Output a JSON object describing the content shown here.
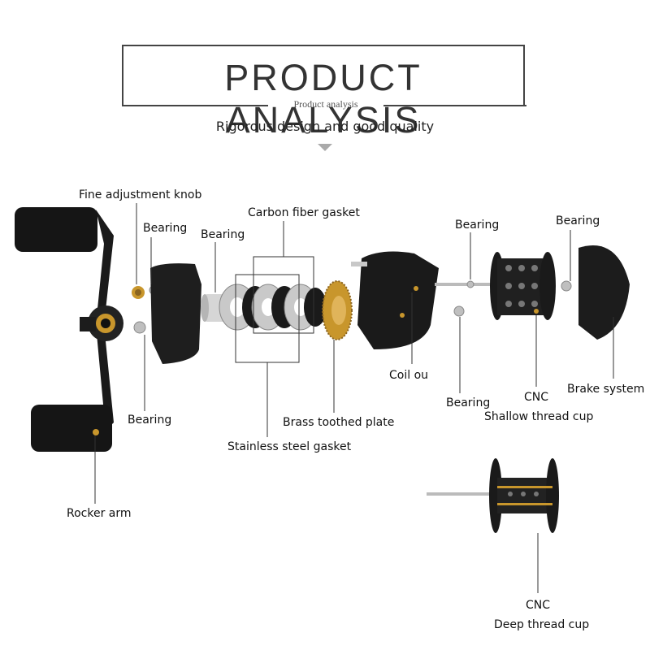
{
  "header": {
    "title": "PRODUCT ANALYSIS",
    "subtitle": "Product analysis",
    "tagline": "Rigorous design and good quality"
  },
  "labels": {
    "fine_adjustment_knob": "Fine adjustment knob",
    "bearing_1": "Bearing",
    "bearing_2": "Bearing",
    "carbon_fiber_gasket": "Carbon fiber gasket",
    "bearing_3": "Bearing",
    "bearing_4": "Bearing",
    "bearing_5": "Bearing",
    "bearing_6": "Bearing",
    "coil": "Coil ou",
    "cnc_1": "CNC",
    "shallow_thread_cup": "Shallow thread cup",
    "brake_system": "Brake system",
    "brass_toothed_plate": "Brass toothed plate",
    "stainless_steel_gasket": "Stainless steel gasket",
    "rocker_arm": "Rocker arm",
    "cnc_2": "CNC",
    "deep_thread_cup": "Deep thread cup"
  },
  "colors": {
    "accent_gold": "#c8962c",
    "body_black": "#1a1a1a",
    "silver": "#c8c8c8"
  }
}
